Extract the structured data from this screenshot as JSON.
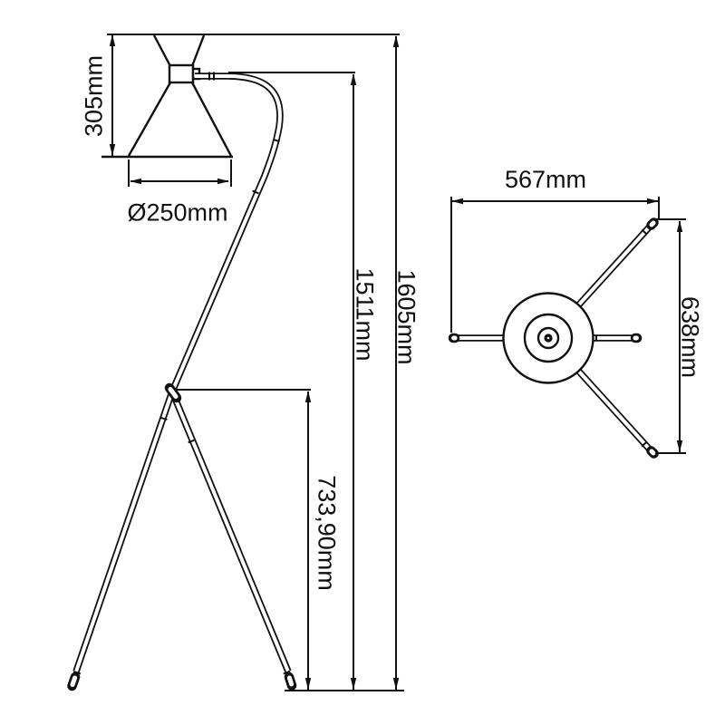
{
  "drawing": {
    "subject": "tripod-floor-lamp-dimension-drawing",
    "colors": {
      "line": "#111111",
      "background": "#ffffff"
    },
    "dimensions": {
      "shade_height": "305mm",
      "shade_diameter": "Ø250mm",
      "arm_height": "1511mm",
      "total_height": "1605mm",
      "base_height": "733,90mm",
      "base_width": "567mm",
      "base_depth": "638mm"
    }
  }
}
